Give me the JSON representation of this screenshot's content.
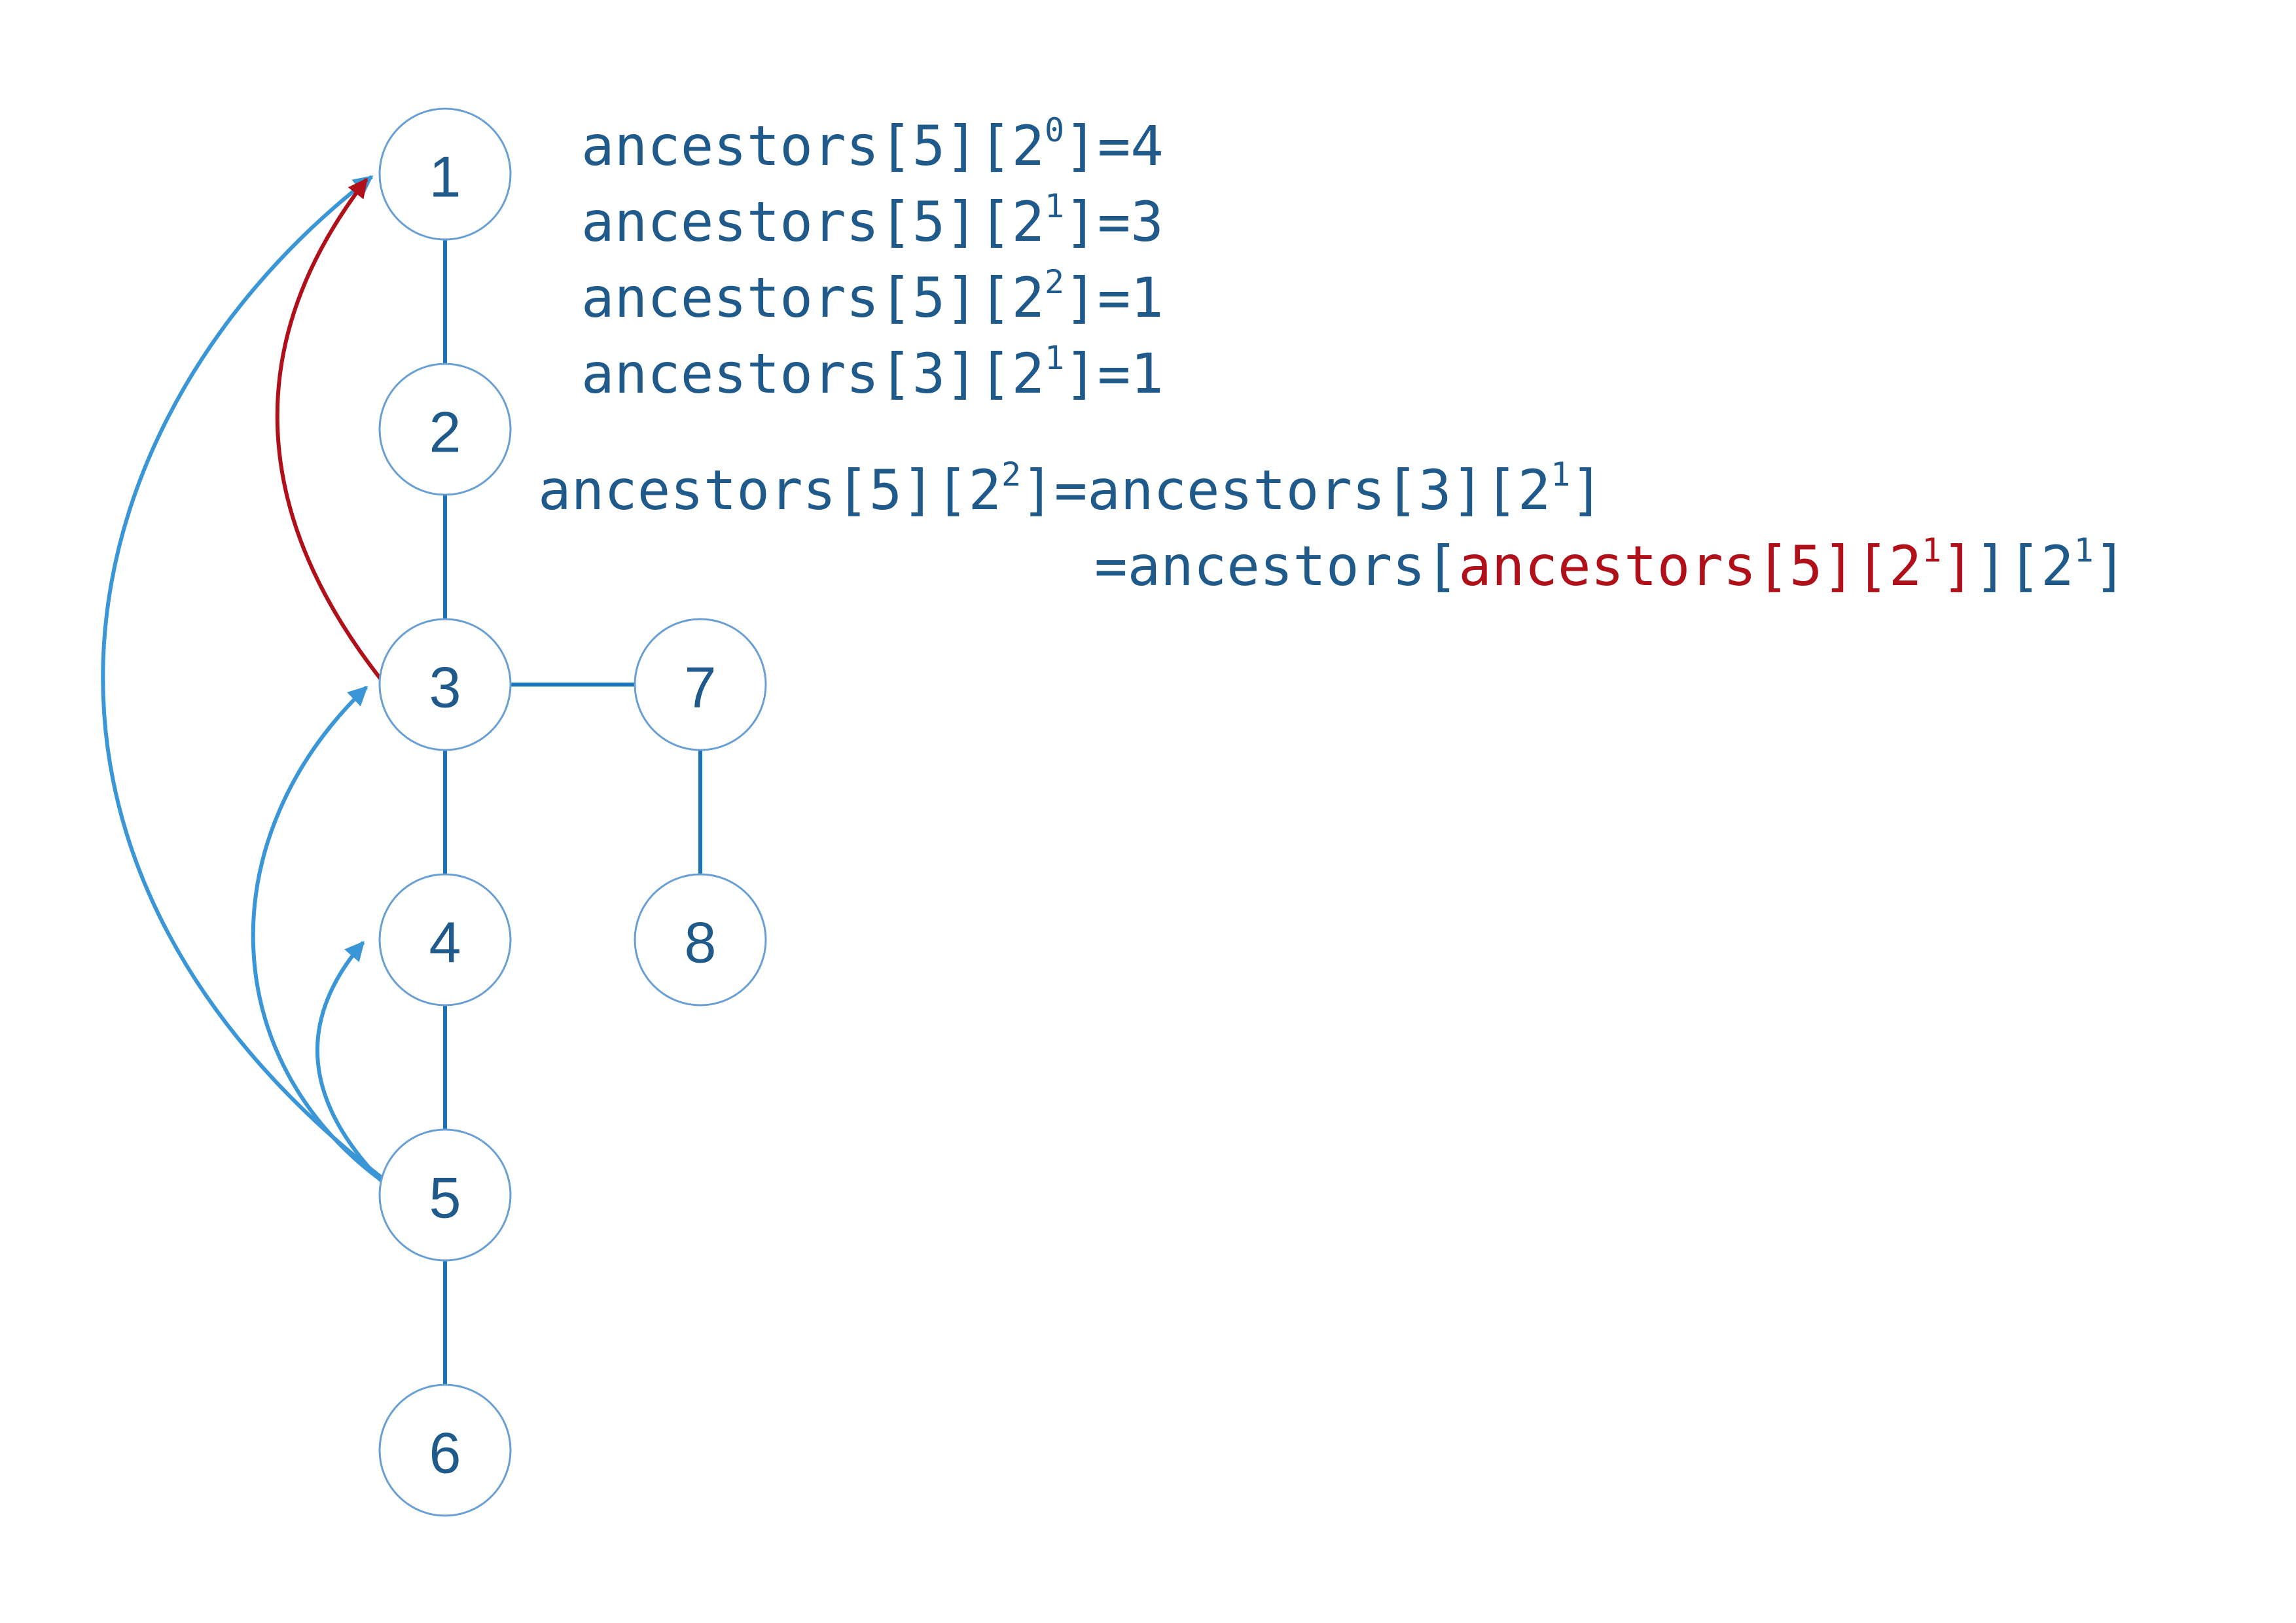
{
  "nodes": [
    {
      "id": "1",
      "label": "1"
    },
    {
      "id": "2",
      "label": "2"
    },
    {
      "id": "3",
      "label": "3"
    },
    {
      "id": "4",
      "label": "4"
    },
    {
      "id": "5",
      "label": "5"
    },
    {
      "id": "6",
      "label": "6"
    },
    {
      "id": "7",
      "label": "7"
    },
    {
      "id": "8",
      "label": "8"
    }
  ],
  "edges": [
    {
      "from": "1",
      "to": "2"
    },
    {
      "from": "2",
      "to": "3"
    },
    {
      "from": "3",
      "to": "4"
    },
    {
      "from": "4",
      "to": "5"
    },
    {
      "from": "5",
      "to": "6"
    },
    {
      "from": "3",
      "to": "7"
    },
    {
      "from": "7",
      "to": "8"
    }
  ],
  "ancestor_arrows": [
    {
      "from": "5",
      "to": "4",
      "color": "#3a96d6"
    },
    {
      "from": "5",
      "to": "3",
      "color": "#3a96d6"
    },
    {
      "from": "5",
      "to": "1",
      "color": "#3a96d6"
    },
    {
      "from": "3",
      "to": "1",
      "color": "#b0101a"
    }
  ],
  "colors": {
    "text": "#1f5a8a",
    "highlight": "#b0101a",
    "edge": "#1a73bd",
    "node_border": "#6a9fd4",
    "arrow_blue": "#3a96d6",
    "arrow_red": "#b0101a"
  },
  "facts": [
    {
      "pre": "ancestors[5][2",
      "exp": "0",
      "post": "]=4"
    },
    {
      "pre": "ancestors[5][2",
      "exp": "1",
      "post": "]=3"
    },
    {
      "pre": "ancestors[5][2",
      "exp": "2",
      "post": "]=1"
    },
    {
      "pre": "ancestors[3][2",
      "exp": "1",
      "post": "]=1"
    }
  ],
  "formula": {
    "line1": {
      "a": "ancestors[5][2",
      "a_exp": "2",
      "b": "]=ancestors[3][2",
      "b_exp": "1",
      "c": "]"
    },
    "line2": {
      "a": "=ancestors[",
      "hl_a": "ancestors[5][2",
      "hl_exp": "1",
      "hl_b": "]",
      "b": "][2",
      "b_exp": "1",
      "c": "]"
    }
  }
}
